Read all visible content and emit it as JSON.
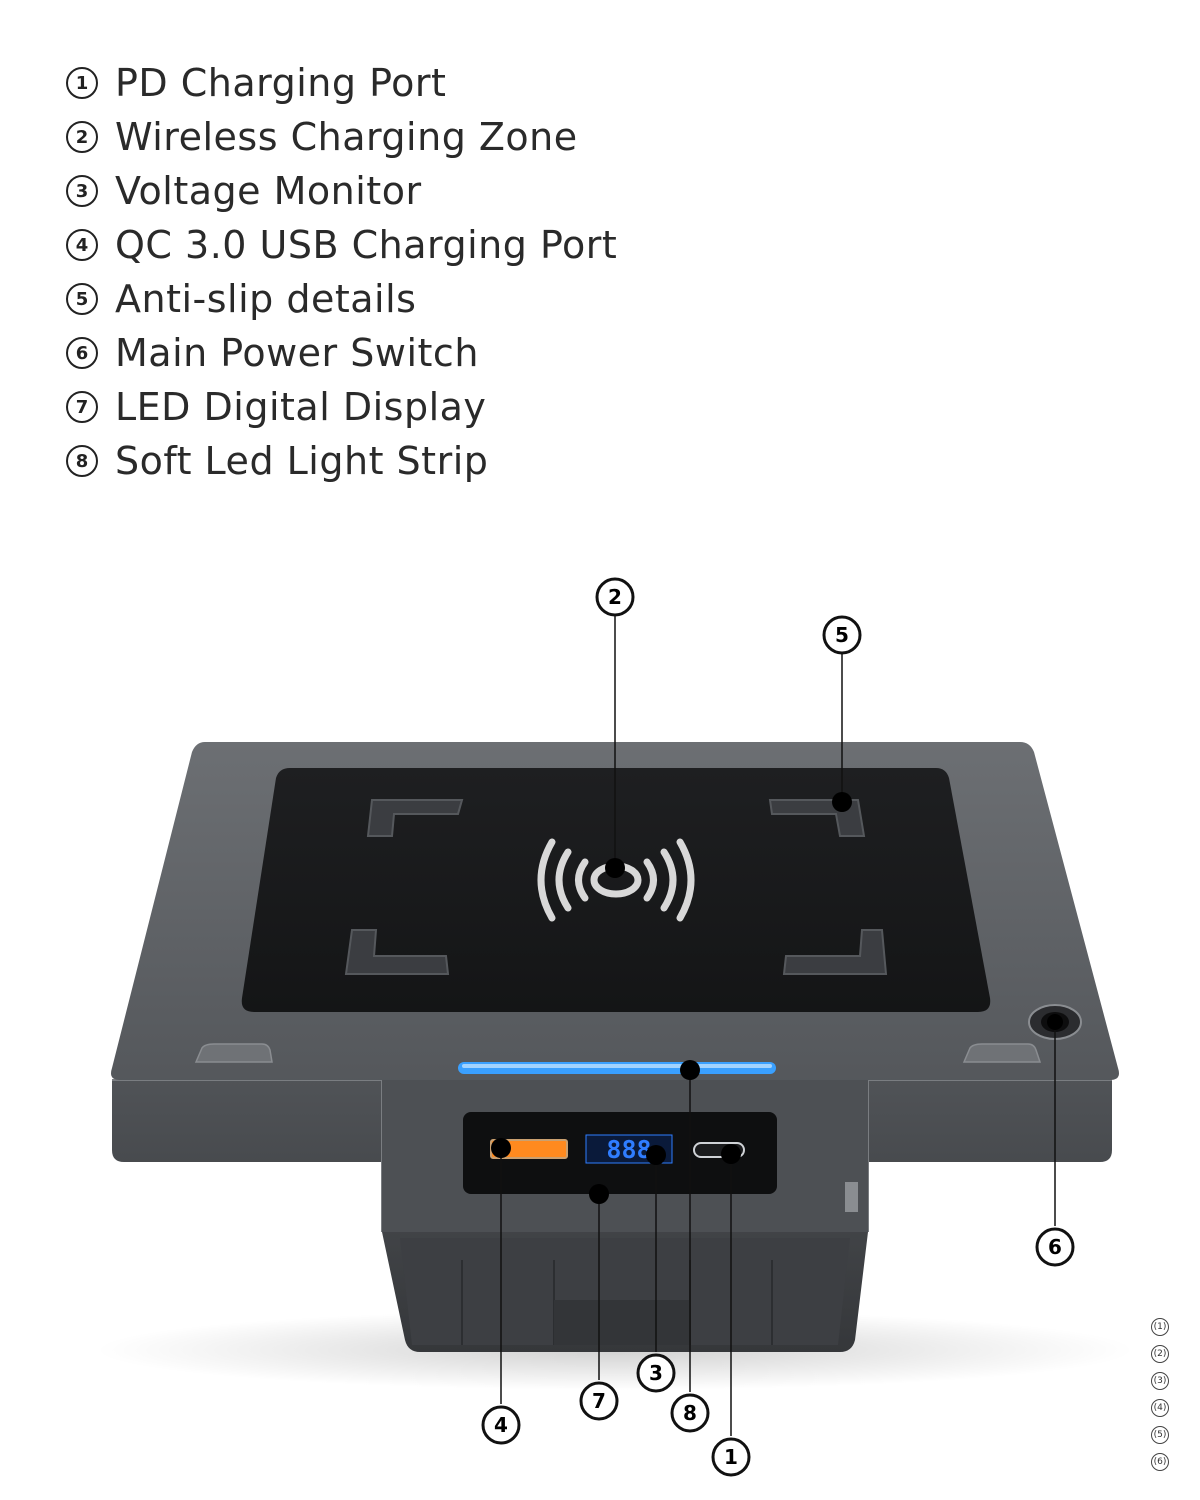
{
  "legend": [
    {
      "num": "1",
      "label": "PD Charging Port"
    },
    {
      "num": "2",
      "label": "Wireless Charging Zone"
    },
    {
      "num": "3",
      "label": "Voltage Monitor"
    },
    {
      "num": "4",
      "label": "QC 3.0 USB Charging Port"
    },
    {
      "num": "5",
      "label": "Anti-slip details"
    },
    {
      "num": "6",
      "label": "Main Power Switch"
    },
    {
      "num": "7",
      "label": "LED Digital Display"
    },
    {
      "num": "8",
      "label": "Soft Led Light Strip"
    }
  ],
  "callouts": {
    "c1": "1",
    "c2": "2",
    "c3": "3",
    "c4": "4",
    "c5": "5",
    "c6": "6",
    "c7": "7",
    "c8": "8"
  },
  "display_readout": "888",
  "side_ref": [
    "(1)",
    "(2)",
    "(3)",
    "(4)",
    "(5)",
    "(6)"
  ],
  "colors": {
    "led_strip": "#3aa0ff",
    "display_digits": "#2f7dff",
    "usb_port": "#ff8a1f",
    "body": "#55585c",
    "pad": "#1b1c1e"
  }
}
